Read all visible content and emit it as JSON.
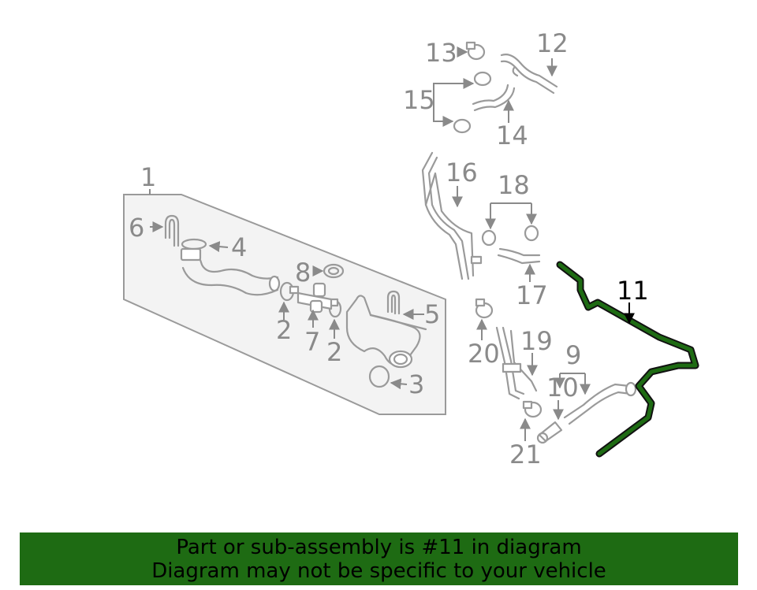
{
  "diagram": {
    "highlight_color": "#1e6b13",
    "labels": {
      "c1": "1",
      "c2a": "2",
      "c2b": "2",
      "c3": "3",
      "c4": "4",
      "c5": "5",
      "c6": "6",
      "c7": "7",
      "c8": "8",
      "c9": "9",
      "c10": "10",
      "c11": "11",
      "c12": "12",
      "c13": "13",
      "c14": "14",
      "c15": "15",
      "c16": "16",
      "c17": "17",
      "c18": "18",
      "c19": "19",
      "c20": "20",
      "c21": "21"
    }
  },
  "banner": {
    "line1": "Part or sub-assembly is #11 in diagram",
    "line2": "Diagram may not be specific to your vehicle",
    "background": "#1e6b13"
  }
}
